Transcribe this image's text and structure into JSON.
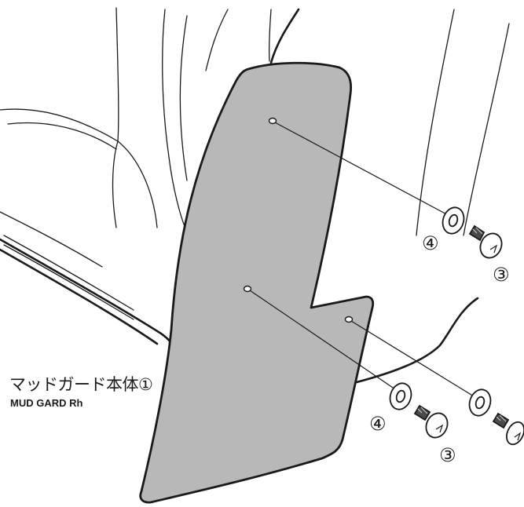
{
  "part_label": {
    "name_ja": "マッドガード本体①",
    "name_en": "MUD GARD Rh"
  },
  "callouts": {
    "washer_upper": "④",
    "screw_upper": "③",
    "washer_lower": "④",
    "screw_lower": "③"
  },
  "colors": {
    "mudguard_fill": "#b8b8b8",
    "line": "#1a1a1a",
    "background": "#ffffff"
  }
}
